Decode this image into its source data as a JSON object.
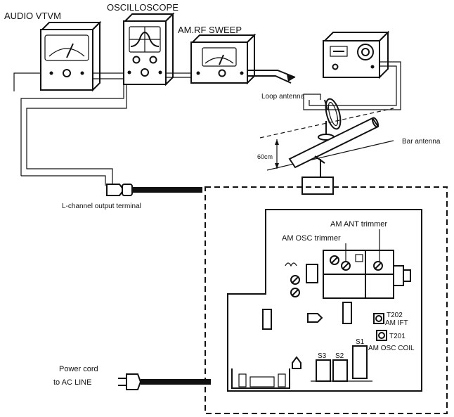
{
  "instruments": {
    "audio_vtvm": "AUDIO  VTVM",
    "oscilloscope": "OSCILLOSCOPE",
    "am_rf_sweep": "AM.RF  SWEEP"
  },
  "antenna": {
    "loop": "Loop antenna",
    "bar": "Bar antenna",
    "distance": "60cm"
  },
  "terminals": {
    "l_channel": "L-channel output terminal",
    "power_cord": "Power cord",
    "to_ac_line": "to AC LINE"
  },
  "board": {
    "am_ant_trimmer": "AM ANT trimmer",
    "am_osc_trimmer": "AM OSC trimmer",
    "t202": "T202",
    "am_ift": "AM IFT",
    "t201": "T201",
    "am_osc_coil": "AM OSC COIL",
    "s1": "S1",
    "s2": "S2",
    "s3": "S3"
  }
}
